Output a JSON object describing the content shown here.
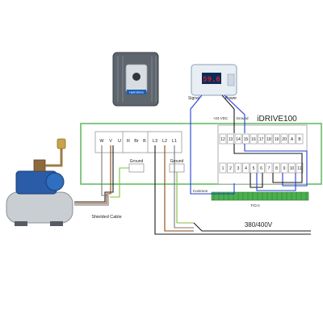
{
  "title": "iDRIVE100",
  "supply_label": "380/400V",
  "cable_label": "Shielded Cable",
  "sensor": {
    "display": "59.6",
    "signal_label": "Signal",
    "power_label": "Power",
    "vdc_label": "+24 VDC",
    "ground_label": "Ground"
  },
  "drive_brand": "HydroDrive",
  "motor_terminals": [
    "W",
    "V",
    "U"
  ],
  "brake_terminals": [
    "R",
    "Br",
    "B"
  ],
  "supply_terminals": [
    "L3",
    "L2",
    "L1"
  ],
  "ground_label_motor": "Ground",
  "ground_label_supply": "Ground",
  "control_terminals_top": [
    "12",
    "13",
    "14",
    "15",
    "16",
    "17",
    "18",
    "19",
    "20",
    "A",
    "B"
  ],
  "control_terminals_bottom": [
    "1",
    "2",
    "3",
    "4",
    "5",
    "6",
    "7",
    "8",
    "9",
    "10",
    "11"
  ],
  "common_label": "Common",
  "tb_label": "T/O II",
  "colors": {
    "enclosure": "#5cb85c",
    "signal_wire": "#1f3fd6",
    "power_wire": "#1a1a1a",
    "phase_brown": "#8b4513",
    "phase_gray": "#7a7a7a",
    "ground_wire": "#7fbf3f",
    "display": "#d0202a",
    "terminal_strip": "#4caf50"
  }
}
